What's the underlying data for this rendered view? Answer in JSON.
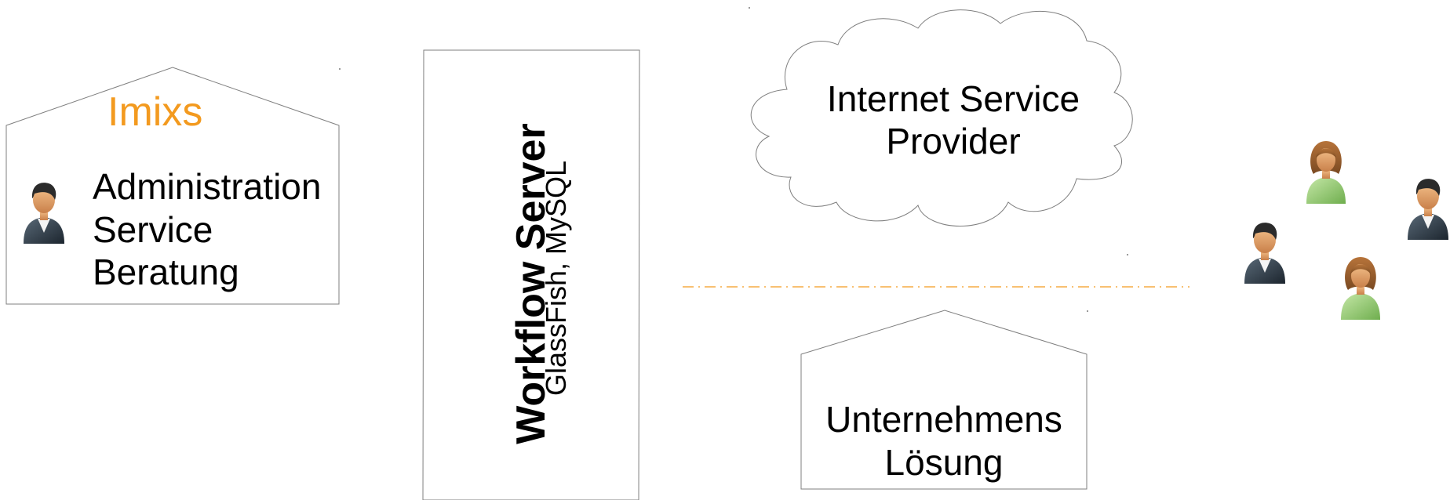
{
  "imixs_box": {
    "title": "Imixs",
    "lines": [
      "Administration",
      "Service",
      "Beratung"
    ]
  },
  "workflow_server": {
    "title": "Workflow Server",
    "subtitle": "GlassFish, MySQL"
  },
  "isp_cloud": {
    "lines": [
      "Internet Service",
      "Provider"
    ]
  },
  "company_box": {
    "lines": [
      "Unternehmens",
      "Lösung"
    ]
  },
  "colors": {
    "accent_orange": "#f39a1f",
    "outline": "#7f7f7f",
    "female_top": "#9fd07f",
    "male_suit": "#2e3a45",
    "skin": "#e0a168"
  },
  "icons": [
    "person-male-icon",
    "person-female-icon"
  ]
}
